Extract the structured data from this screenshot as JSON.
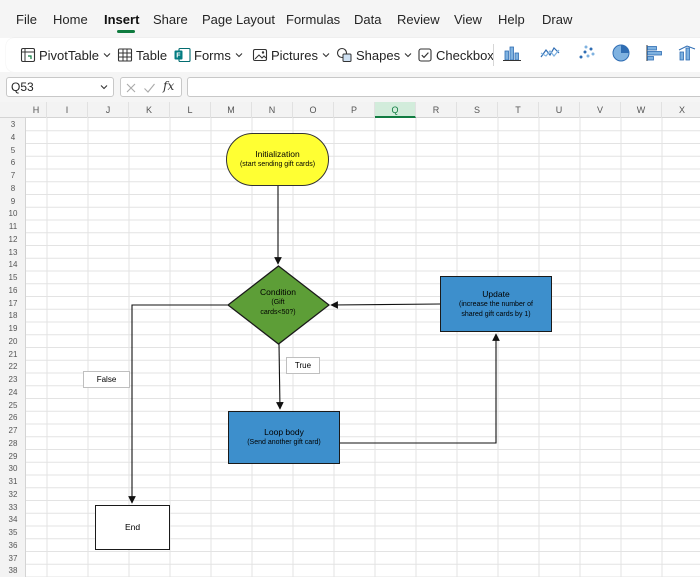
{
  "menu": {
    "items": [
      {
        "label": "File"
      },
      {
        "label": "Home"
      },
      {
        "label": "Insert"
      },
      {
        "label": "Share"
      },
      {
        "label": "Page Layout"
      },
      {
        "label": "Formulas"
      },
      {
        "label": "Data"
      },
      {
        "label": "Review"
      },
      {
        "label": "View"
      },
      {
        "label": "Help"
      },
      {
        "label": "Draw"
      }
    ],
    "active": "Insert"
  },
  "ribbon": {
    "pivottable_label": "PivotTable",
    "table_label": "Table",
    "forms_label": "Forms",
    "pictures_label": "Pictures",
    "shapes_label": "Shapes",
    "checkbox_label": "Checkbox",
    "chart_icons": [
      "column-chart-icon",
      "line-chart-icon",
      "scatter-chart-icon",
      "pie-chart-icon",
      "bar-chart-icon",
      "combo-chart-icon"
    ]
  },
  "formula_bar": {
    "name_box": "Q53",
    "formula": "",
    "fx_symbol": "fx"
  },
  "grid": {
    "columns": [
      "H",
      "I",
      "J",
      "K",
      "L",
      "M",
      "N",
      "O",
      "P",
      "Q",
      "R",
      "S",
      "T",
      "U",
      "V",
      "W",
      "X"
    ],
    "selected_column": "Q",
    "rows": [
      "3",
      "4",
      "5",
      "6",
      "7",
      "8",
      "9",
      "10",
      "11",
      "12",
      "13",
      "14",
      "15",
      "16",
      "17",
      "18",
      "19",
      "20",
      "21",
      "22",
      "23",
      "24",
      "25",
      "26",
      "27",
      "28",
      "29",
      "30",
      "31",
      "32",
      "33",
      "34",
      "35",
      "36",
      "37",
      "38"
    ]
  },
  "flowchart": {
    "init_title": "Initialization",
    "init_sub": "(start sending gift cards)",
    "condition_title": "Condition",
    "condition_sub1": "(Gift",
    "condition_sub2": "cards<50?)",
    "true_label": "True",
    "false_label": "False",
    "loop_title": "Loop body",
    "loop_sub": "(Send another gift card)",
    "update_title": "Update",
    "update_sub1": "(increase the number of",
    "update_sub2": "shared gift cards by 1)",
    "end_label": "End"
  },
  "colors": {
    "accent": "#107c41",
    "init_fill": "#ffff33",
    "condition_fill": "#5d9e37",
    "process_fill": "#3d8fcc"
  }
}
